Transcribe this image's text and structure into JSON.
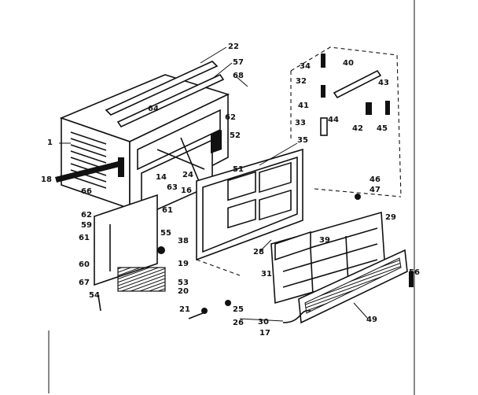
{
  "diagram": {
    "labels": [
      {
        "id": "p22",
        "text": "22"
      },
      {
        "id": "p57",
        "text": "57"
      },
      {
        "id": "p68",
        "text": "68"
      },
      {
        "id": "p64",
        "text": "64"
      },
      {
        "id": "p62",
        "text": "62"
      },
      {
        "id": "p52",
        "text": "52"
      },
      {
        "id": "p35",
        "text": "35"
      },
      {
        "id": "p1",
        "text": "1"
      },
      {
        "id": "p14",
        "text": "14"
      },
      {
        "id": "p24",
        "text": "24"
      },
      {
        "id": "p51",
        "text": "51"
      },
      {
        "id": "p18",
        "text": "18"
      },
      {
        "id": "p63",
        "text": "63"
      },
      {
        "id": "p16",
        "text": "16"
      },
      {
        "id": "p66",
        "text": "66"
      },
      {
        "id": "p62b",
        "text": "62"
      },
      {
        "id": "p59",
        "text": "59"
      },
      {
        "id": "p61",
        "text": "61"
      },
      {
        "id": "p61b",
        "text": "61"
      },
      {
        "id": "p55",
        "text": "55"
      },
      {
        "id": "p60",
        "text": "60"
      },
      {
        "id": "p67",
        "text": "67"
      },
      {
        "id": "p54",
        "text": "54"
      },
      {
        "id": "p53",
        "text": "53"
      },
      {
        "id": "p20",
        "text": "20"
      },
      {
        "id": "p19",
        "text": "19"
      },
      {
        "id": "p38",
        "text": "38"
      },
      {
        "id": "p21",
        "text": "21"
      },
      {
        "id": "p25",
        "text": "25"
      },
      {
        "id": "p26",
        "text": "26"
      },
      {
        "id": "p28",
        "text": "28"
      },
      {
        "id": "p31",
        "text": "31"
      },
      {
        "id": "p39",
        "text": "39"
      },
      {
        "id": "p29",
        "text": "29"
      },
      {
        "id": "p30",
        "text": "30"
      },
      {
        "id": "p17",
        "text": "17"
      },
      {
        "id": "p49",
        "text": "49"
      },
      {
        "id": "p34",
        "text": "34"
      },
      {
        "id": "p40",
        "text": "40"
      },
      {
        "id": "p32",
        "text": "32"
      },
      {
        "id": "p43",
        "text": "43"
      },
      {
        "id": "p41",
        "text": "41"
      },
      {
        "id": "p33",
        "text": "33"
      },
      {
        "id": "p44",
        "text": "44"
      },
      {
        "id": "p42",
        "text": "42"
      },
      {
        "id": "p45",
        "text": "45"
      },
      {
        "id": "p46",
        "text": "46"
      },
      {
        "id": "p47",
        "text": "47"
      },
      {
        "id": "p56",
        "text": "56"
      }
    ]
  }
}
